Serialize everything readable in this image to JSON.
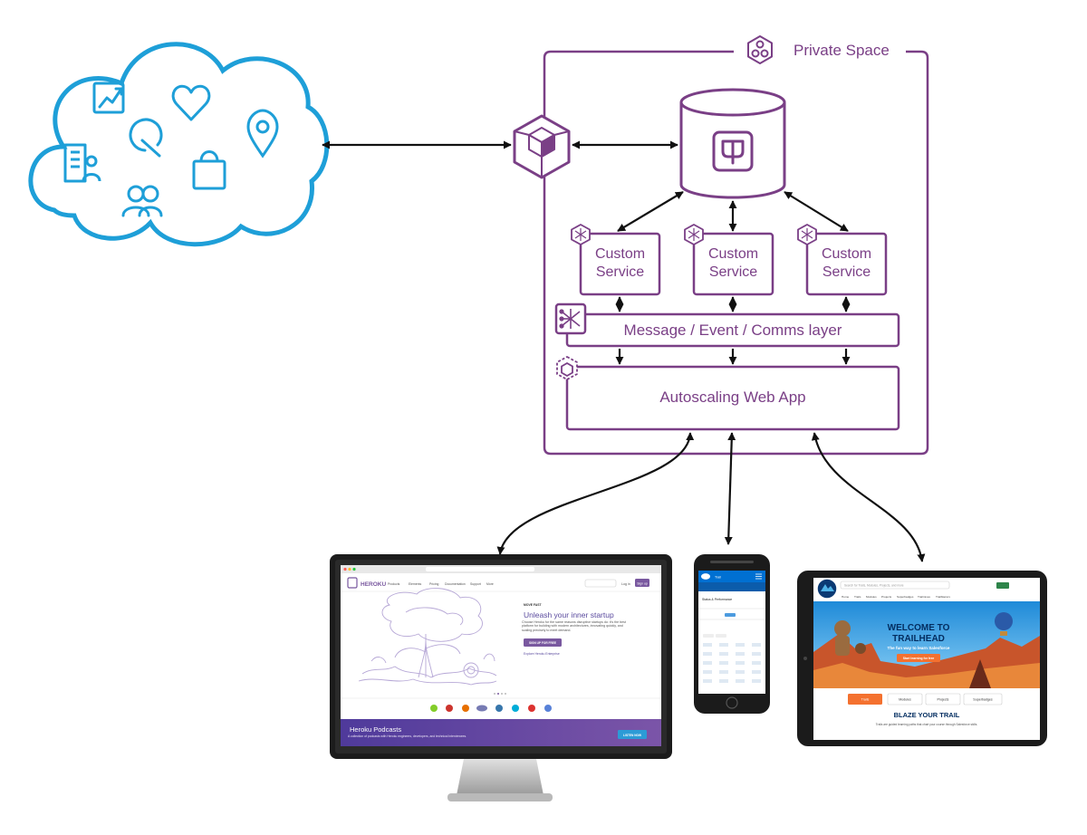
{
  "colors": {
    "accent": "#7a3f86",
    "cloud": "#1e9fd8",
    "arrow": "#111111",
    "device_frame": "#222222",
    "heroku_purple": "#79589f",
    "salesforce_blue": "#0070d2",
    "trailhead_orange": "#f4712f"
  },
  "private_space": {
    "label": "Private Space",
    "icon": "private-space-icon"
  },
  "cloud": {
    "icons": [
      "chart-icon",
      "heart-icon",
      "location-pin-icon",
      "building-person-icon",
      "gauge-icon",
      "shopping-bag-icon",
      "people-icon"
    ]
  },
  "gateway": {
    "icon": "connect-cube-icon"
  },
  "database": {
    "icon": "postgres-icon"
  },
  "services": [
    {
      "line1": "Custom",
      "line2": "Service"
    },
    {
      "line1": "Custom",
      "line2": "Service"
    },
    {
      "line1": "Custom",
      "line2": "Service"
    }
  ],
  "message_layer": {
    "label": "Message / Event / Comms layer",
    "icon": "kafka-icon"
  },
  "web_app": {
    "label": "Autoscaling Web App",
    "icon": "autoscale-icon"
  },
  "desktop": {
    "brand": "HEROKU",
    "nav": [
      "Products",
      "Elements",
      "Pricing",
      "Documentation",
      "Support",
      "More"
    ],
    "login": "Log in",
    "signup": "Sign up",
    "eyebrow": "MOVE FAST",
    "headline": "Unleash your inner startup",
    "body": "Choose Heroku for the same reasons disruptive startups do: it's the best platform for building with modern architectures, innovating quickly, and scaling precisely to meet demand.",
    "cta": "SIGN UP FOR FREE",
    "link": "Explore Heroku Enterprise",
    "banner_title": "Heroku Podcasts",
    "banner_text": "A collection of podcasts with Heroku engineers, developers, and technical interviewees.",
    "banner_button": "LISTEN NOW"
  },
  "phone": {
    "header": "Trail",
    "title": "Status & Performance"
  },
  "tablet": {
    "search_placeholder": "Search for Trails, Modules, Projects, and more",
    "nav": [
      "Home",
      "Trails",
      "Modules",
      "Projects",
      "Superbadges",
      "Trailmixes",
      "Trailblazers"
    ],
    "headline1": "WELCOME TO",
    "headline2": "TRAILHEAD",
    "subhead": "The fun way to learn Salesforce",
    "cta": "Start learning for free",
    "tabs": [
      "Trails",
      "Modules",
      "Projects",
      "Superbadges"
    ],
    "section_title": "BLAZE YOUR TRAIL",
    "section_text": "Trails are guided learning paths that chart your course through Salesforce skills."
  }
}
